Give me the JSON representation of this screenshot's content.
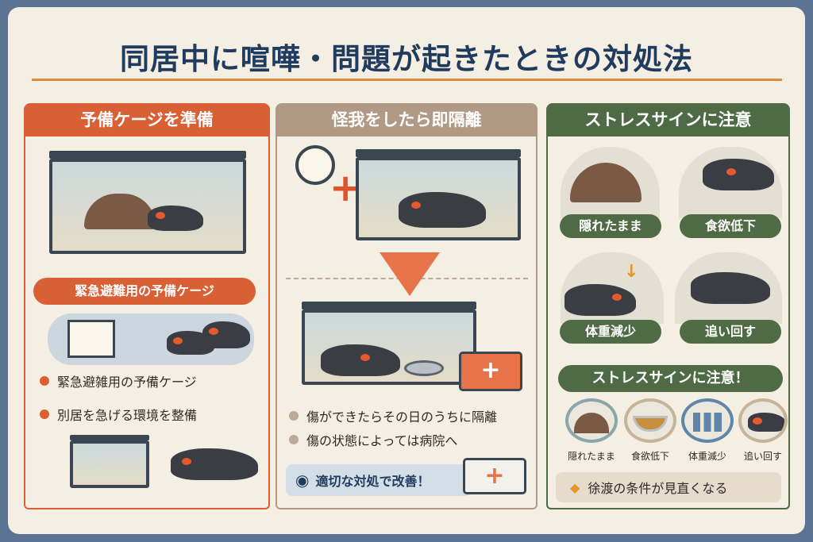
{
  "title": "同居中に喧嘩・問題が起きたときの対処法",
  "colors": {
    "navy": "#1f3b5e",
    "orange": "#d95f35",
    "tan": "#b09a86",
    "green": "#4f6b45",
    "accent": "#e08a3a"
  },
  "left": {
    "header": "予備ケージを準備",
    "pill": "緊急避難用の予備ケージ",
    "bullets": [
      "緊急避雑用の予備ケージ",
      "別居を急げる環境を整備"
    ]
  },
  "middle": {
    "header": "怪我をしたら即隔離",
    "bullets": [
      "傷ができたらその日のうちに隔離",
      "傷の状態によっては病院へ"
    ],
    "banner": "適切な対処で改善！"
  },
  "right": {
    "header": "ストレスサインに注意",
    "signs": [
      "隠れたまま",
      "食欲低下",
      "体重減少",
      "追い回す"
    ],
    "pill": "ストレスサインに注意！",
    "small_signs": [
      "隠れたまま",
      "食欲低下",
      "体重減少",
      "追い回す"
    ],
    "footer": "徐渡の条件が見直くなる"
  }
}
